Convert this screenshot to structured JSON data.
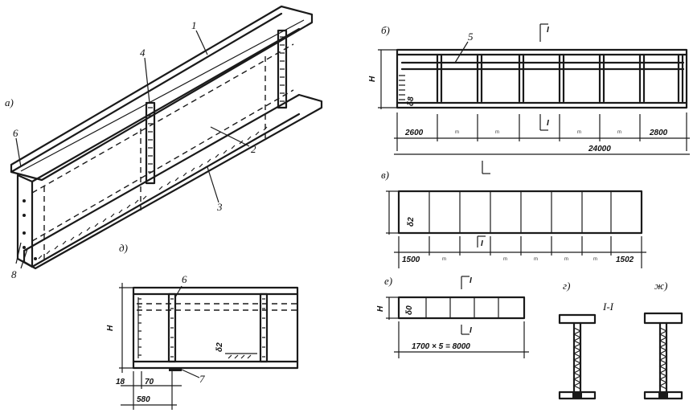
{
  "view_a": {
    "panel_label": "а)",
    "callouts": [
      "1",
      "4",
      "6",
      "2",
      "3",
      "8"
    ]
  },
  "view_d": {
    "panel_label": "д)",
    "height_label": "H",
    "callout_6": "6",
    "callout_7": "7",
    "dim_18": "18",
    "dim_70": "70",
    "dim_580": "580",
    "inner_mark": "δ2"
  },
  "view_b": {
    "panel_label": "б)",
    "callout_5": "5",
    "height_label": "H",
    "side_mark": "δ8",
    "section_mark": "I",
    "dims": [
      "2600",
      "m",
      "m",
      "m",
      "m",
      "2800"
    ],
    "total": "24000"
  },
  "view_v": {
    "panel_label": "в)",
    "side_mark": "δ2",
    "section_mark": "I",
    "dims": [
      "1500",
      "m",
      "m",
      "m",
      "m",
      "m",
      "1502"
    ]
  },
  "view_e": {
    "panel_label": "е)",
    "height_label": "H",
    "side_mark": "δ0",
    "section_mark": "I",
    "dim": "1700 × 5 = 8000"
  },
  "sections": {
    "label_g": "г)",
    "label_zh": "ж)",
    "title": "I-I"
  }
}
